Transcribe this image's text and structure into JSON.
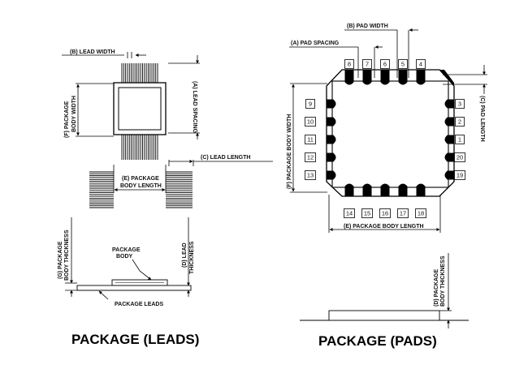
{
  "leads": {
    "lead_width": "(B) LEAD WIDTH",
    "lead_spacing": "(A) LEAD SPACING",
    "package_body_width": [
      "(F) PACKAGE",
      "BODY WIDTH"
    ],
    "lead_length": "(C) LEAD LENGTH",
    "package_body_length": [
      "(E) PACKAGE",
      "BODY LENGTH"
    ],
    "package_body_thickness": [
      "(G) PACKAGE",
      "BODY THICKNESS"
    ],
    "package_body": [
      "PACKAGE",
      "BODY"
    ],
    "lead_thickness": [
      "(D) LEAD",
      "THICKNESS"
    ],
    "package_leads": "PACKAGE LEADS",
    "caption": "PACKAGE (LEADS)"
  },
  "pads": {
    "pad_width": "(B) PAD WIDTH",
    "pad_spacing": "(A) PAD SPACING",
    "package_body_width": "(F) PACKAGE BODY WIDTH",
    "pad_length": "(C) PAD LENGTH",
    "package_body_length": "(E) PACKAGE BODY LENGTH",
    "body_thickness": [
      "(D) PACKAGE",
      "BODY THICKNESS"
    ],
    "caption": "PACKAGE (PADS)",
    "pins_top": [
      "8",
      "7",
      "6",
      "5",
      "4"
    ],
    "pins_left": [
      "9",
      "10",
      "11",
      "12",
      "13"
    ],
    "pins_right": [
      "3",
      "2",
      "1",
      "20",
      "19"
    ],
    "pins_bottom": [
      "14",
      "15",
      "16",
      "17",
      "18"
    ]
  }
}
